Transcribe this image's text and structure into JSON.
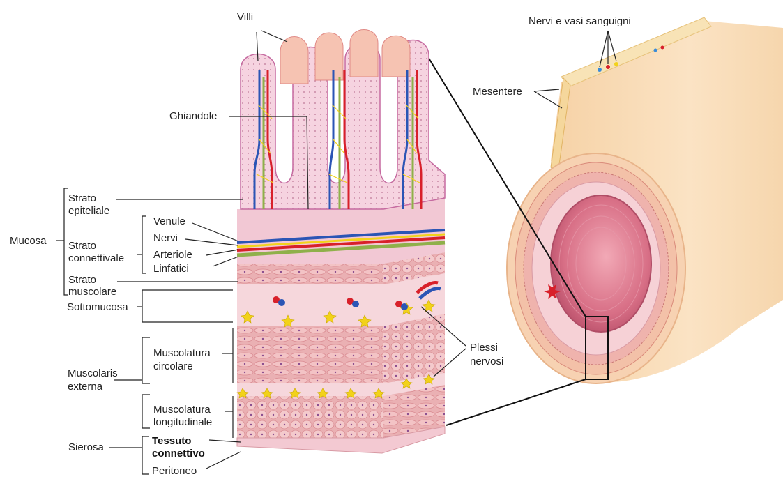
{
  "labels": {
    "villi": "Villi",
    "nervi_vasi": "Nervi e vasi sanguigni",
    "mesentere": "Mesentere",
    "ghiandole": "Ghiandole",
    "strato_epiteliale_1": "Strato",
    "strato_epiteliale_2": "epiteliale",
    "mucosa": "Mucosa",
    "venule": "Venule",
    "nervi": "Nervi",
    "arteriole": "Arteriole",
    "linfatici": "Linfatici",
    "strato_connettivale_1": "Strato",
    "strato_connettivale_2": "connettivale",
    "strato_muscolare_1": "Strato",
    "strato_muscolare_2": "muscolare",
    "sottomucosa": "Sottomucosa",
    "plessi_1": "Plessi",
    "plessi_2": "nervosi",
    "muscolatura_circolare_1": "Muscolatura",
    "muscolatura_circolare_2": "circolare",
    "muscularis_1": "Muscolaris",
    "muscularis_2": "externa",
    "muscolatura_long_1": "Muscolatura",
    "muscolatura_long_2": "longitudinale",
    "sierosa": "Sierosa",
    "tessuto_1": "Tessuto",
    "tessuto_2": "connettivo",
    "peritoneo": "Peritoneo"
  },
  "colors": {
    "mucosa_pink": "#f2c8d4",
    "epithelium": "#e9a9c4",
    "vein_blue": "#2b55b5",
    "artery_red": "#d8202a",
    "lymph_green": "#8fb04a",
    "nerve_yellow": "#f2d21a",
    "muscle": "#e8a9ad",
    "submucosa": "#f6d7dc",
    "intestine_outer": "#f7d8b0",
    "lumen": "#d86f86"
  }
}
